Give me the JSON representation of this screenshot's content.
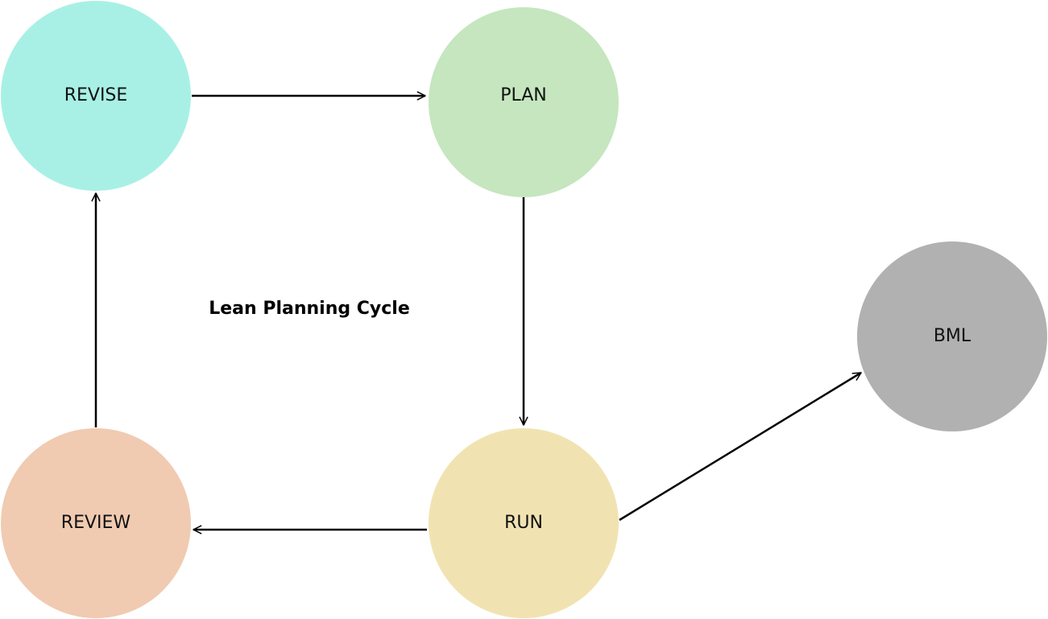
{
  "diagram": {
    "title": "Lean Planning Cycle",
    "nodes": [
      {
        "id": "revise",
        "label": "REVISE",
        "color": "#a8f0e5"
      },
      {
        "id": "plan",
        "label": "PLAN",
        "color": "#c5e6be"
      },
      {
        "id": "run",
        "label": "RUN",
        "color": "#f1e3b1"
      },
      {
        "id": "review",
        "label": "REVIEW",
        "color": "#f0cbb1"
      },
      {
        "id": "bml",
        "label": "BML",
        "color": "#b1b1b1"
      }
    ],
    "edges": [
      {
        "from": "revise",
        "to": "plan"
      },
      {
        "from": "plan",
        "to": "run"
      },
      {
        "from": "run",
        "to": "review"
      },
      {
        "from": "review",
        "to": "revise"
      },
      {
        "from": "run",
        "to": "bml"
      }
    ]
  }
}
